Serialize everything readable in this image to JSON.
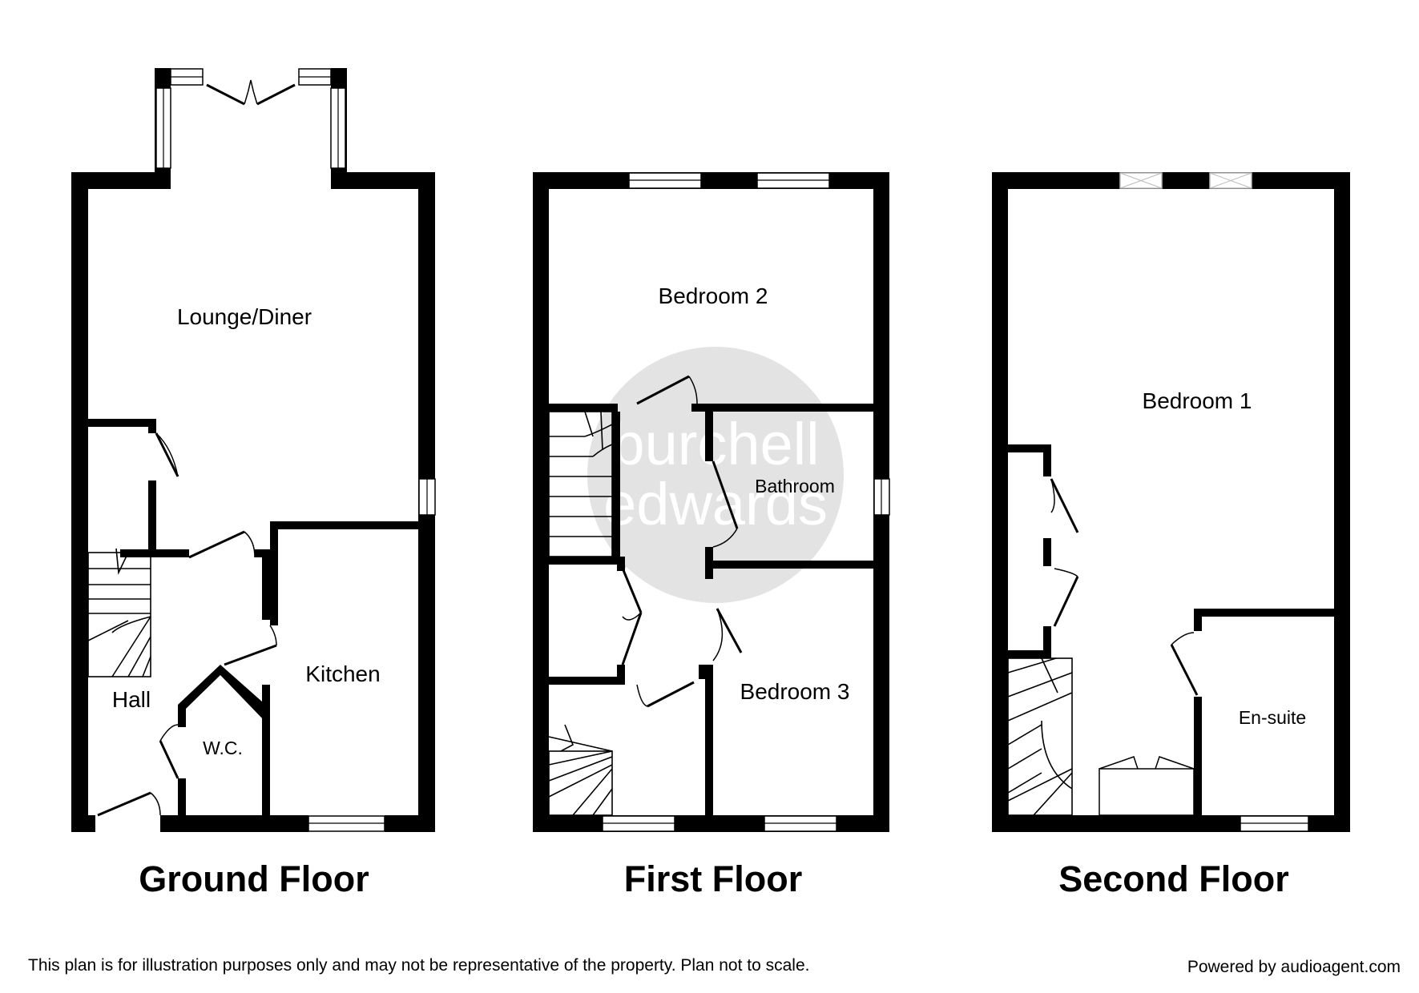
{
  "watermark": {
    "line1": "burchell",
    "line2": "edwards",
    "circle_color": "#e3e3e3"
  },
  "floors": [
    {
      "title": "Ground Floor",
      "rooms": [
        "Lounge/Diner",
        "Kitchen",
        "Hall",
        "W.C."
      ]
    },
    {
      "title": "First Floor",
      "rooms": [
        "Bedroom 2",
        "Bathroom",
        "Bedroom 3"
      ]
    },
    {
      "title": "Second Floor",
      "rooms": [
        "Bedroom 1",
        "En-suite"
      ]
    }
  ],
  "footer": {
    "disclaimer": "This plan is for illustration purposes only and may not be representative of the property. Plan not to scale.",
    "powered_by": "Powered by audioagent.com"
  }
}
